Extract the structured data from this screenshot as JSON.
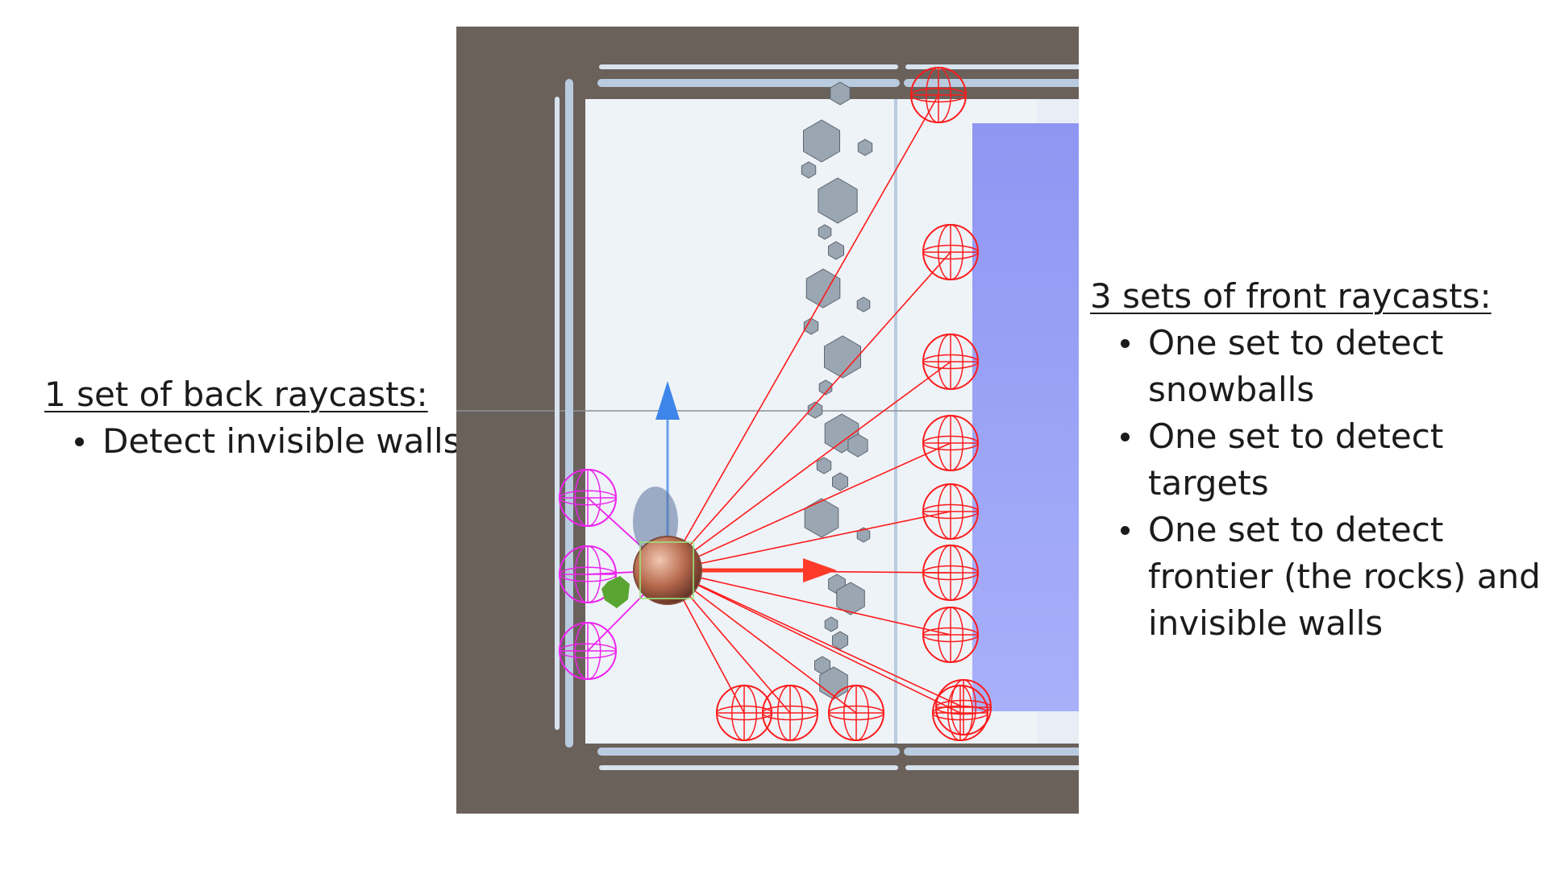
{
  "back_note": {
    "heading": "1 set of back raycasts:",
    "items": [
      "Detect invisible walls"
    ]
  },
  "front_note": {
    "heading": "3 sets of front raycasts:",
    "items": [
      "One set to detect snowballs",
      "One set to detect targets",
      "One set to detect frontier (the rocks) and invisible walls"
    ]
  },
  "scene": {
    "background_color": "#6b615b",
    "floor_color": "#eef3f8",
    "rail_color": "#b9cbdf",
    "target_color": "#8e96f2",
    "front_ray_color": "#ff1a1a",
    "back_ray_color": "#ee22ee",
    "agent_color": "#b5684c",
    "rock_color": "#9aa6b2",
    "front_ray_count": 12,
    "back_ray_count": 3,
    "icons": [
      "agent-sphere",
      "snowball",
      "rock",
      "axis-gizmo",
      "ray-target-sphere"
    ]
  }
}
